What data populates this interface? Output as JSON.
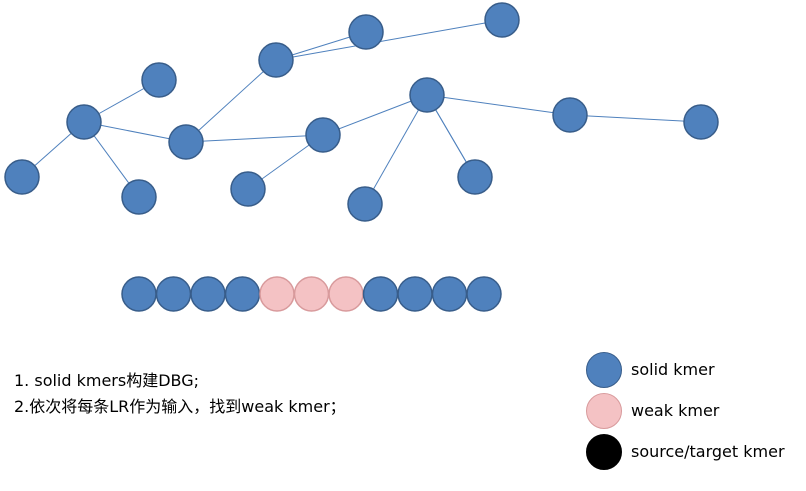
{
  "graph": {
    "nodes": [
      {
        "id": "n1",
        "type": "solid"
      },
      {
        "id": "n2",
        "type": "solid"
      },
      {
        "id": "n3",
        "type": "solid"
      },
      {
        "id": "n4",
        "type": "solid"
      },
      {
        "id": "n5",
        "type": "solid"
      },
      {
        "id": "n6",
        "type": "solid"
      },
      {
        "id": "n7",
        "type": "solid"
      },
      {
        "id": "n8",
        "type": "solid"
      },
      {
        "id": "n9",
        "type": "solid"
      },
      {
        "id": "n10",
        "type": "solid"
      },
      {
        "id": "n11",
        "type": "solid"
      },
      {
        "id": "n12",
        "type": "solid"
      },
      {
        "id": "n13",
        "type": "solid"
      },
      {
        "id": "n14",
        "type": "solid"
      },
      {
        "id": "n15",
        "type": "solid"
      },
      {
        "id": "n16",
        "type": "solid"
      }
    ],
    "edges": [
      [
        "n1",
        "n2"
      ],
      [
        "n2",
        "n3"
      ],
      [
        "n4",
        "n2"
      ],
      [
        "n2",
        "n5"
      ],
      [
        "n5",
        "n10"
      ],
      [
        "n6",
        "n7"
      ],
      [
        "n6",
        "n8"
      ],
      [
        "n6",
        "n5"
      ],
      [
        "n9",
        "n10"
      ],
      [
        "n10",
        "n11"
      ],
      [
        "n11",
        "n12"
      ],
      [
        "n11",
        "n13"
      ],
      [
        "n11",
        "n14"
      ],
      [
        "n11",
        "n15"
      ],
      [
        "n14",
        "n16"
      ]
    ]
  },
  "read_sequence": [
    "solid",
    "solid",
    "solid",
    "solid",
    "weak",
    "weak",
    "weak",
    "solid",
    "solid",
    "solid",
    "solid"
  ],
  "notes": [
    "1. solid kmers构建DBG;",
    "2.依次将每条LR作为输入，找到weak kmer；"
  ],
  "legend": {
    "solid_label": "solid kmer",
    "weak_label": "weak kmer",
    "source_target_label": "source/target kmer"
  },
  "colors": {
    "solid_fill": "#4f81bd",
    "solid_stroke": "#385d8a",
    "weak_fill": "#f4c2c4",
    "weak_stroke": "#d89a9c",
    "source_target_fill": "#000000",
    "edge": "#4f81bd"
  }
}
